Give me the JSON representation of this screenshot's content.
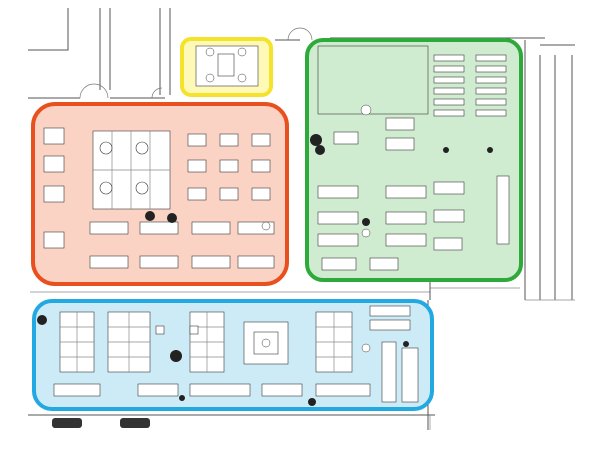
{
  "zones": [
    {
      "id": "yellow",
      "color": "#F5E22A",
      "fill": "#FFF9B8"
    },
    {
      "id": "red",
      "color": "#E8501F",
      "fill": "#FBD3C4"
    },
    {
      "id": "green",
      "color": "#2EAA3B",
      "fill": "#CFEBD0"
    },
    {
      "id": "blue",
      "color": "#22A9E1",
      "fill": "#CDEBF7"
    }
  ],
  "colors": {
    "wall": "#555555",
    "furniture": "#3a3a3a",
    "plant": "#222222"
  },
  "icons": [
    "door-swing-icon",
    "plant-icon",
    "vehicle-icon"
  ]
}
